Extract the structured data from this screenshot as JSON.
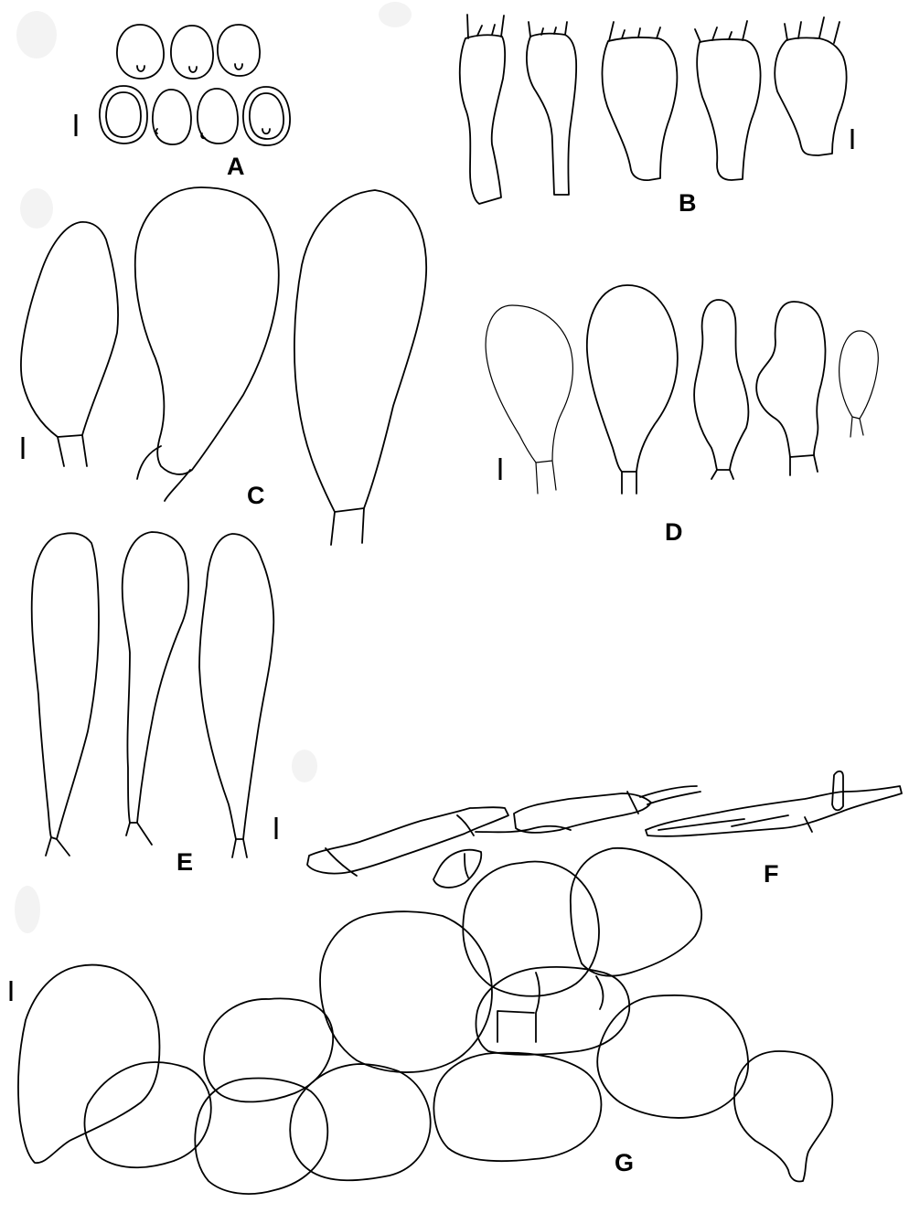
{
  "panels": {
    "a": {
      "label": "A"
    },
    "b": {
      "label": "B"
    },
    "c": {
      "label": "C"
    },
    "d": {
      "label": "D"
    },
    "e": {
      "label": "E"
    },
    "f": {
      "label": "F"
    },
    "g": {
      "label": "G"
    }
  }
}
